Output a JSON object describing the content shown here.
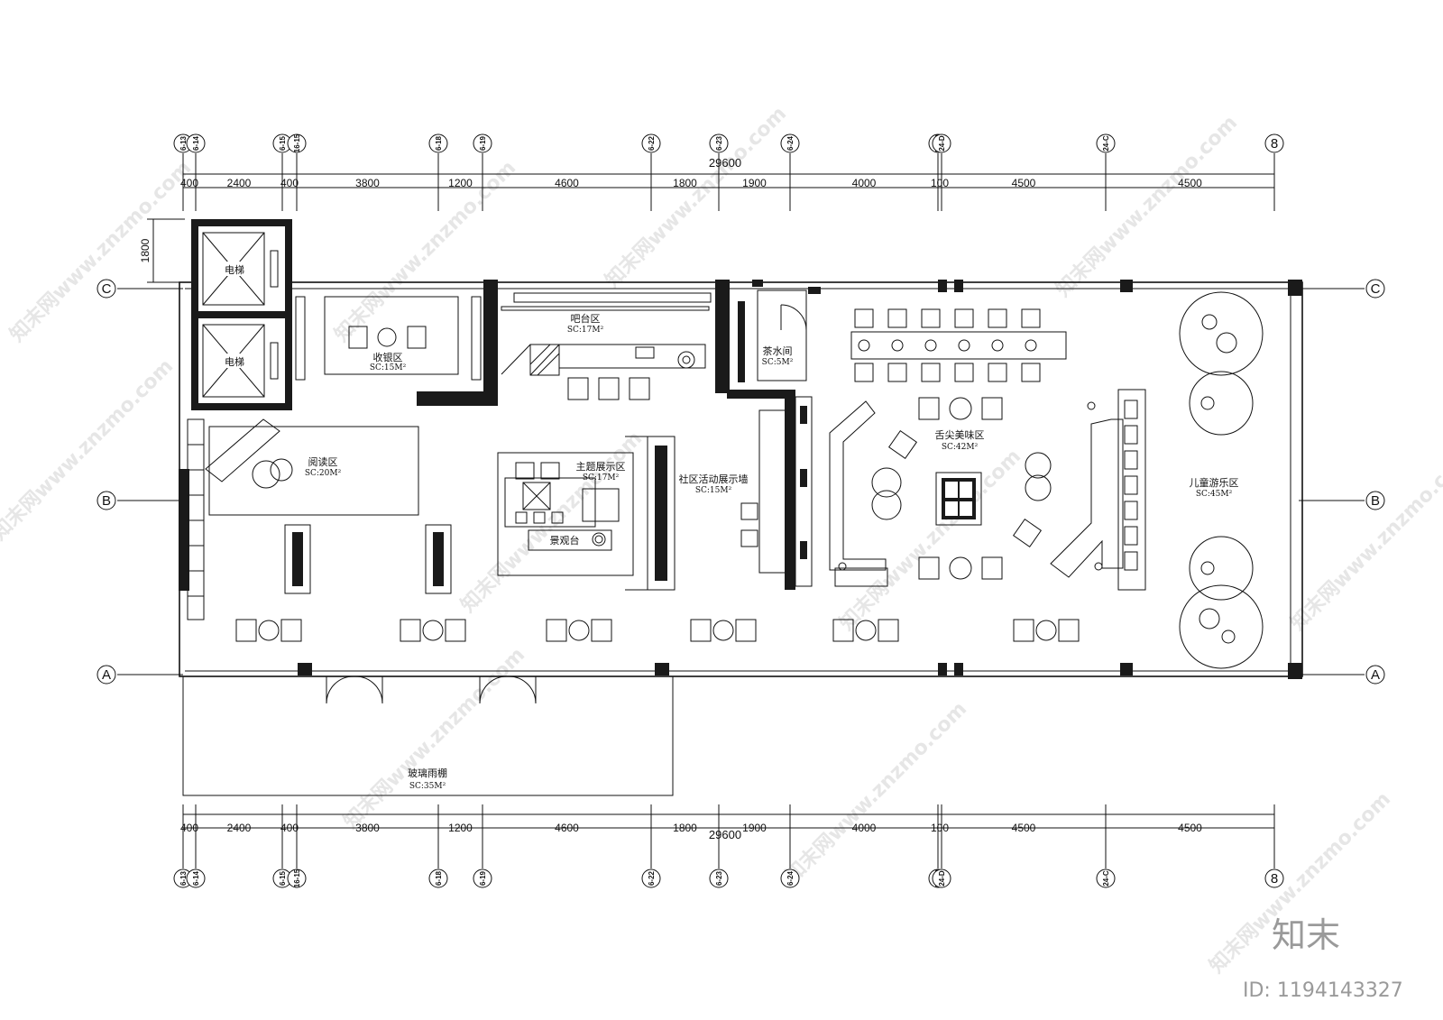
{
  "plan": {
    "total_length": "29600",
    "segments": [
      "400",
      "2400",
      "400",
      "3800",
      "1200",
      "4600",
      "1800",
      "1900",
      "4000",
      "100",
      "4500",
      "4500"
    ],
    "column_axes": [
      "6-13",
      "6-14",
      "6-15",
      "16-15",
      "6-18",
      "6-19",
      "6-22",
      "6-23",
      "6-24",
      "16-19",
      "24-D",
      "24-C",
      "8"
    ],
    "row_axes": [
      "C",
      "B",
      "A"
    ],
    "elevator_offset": "1800"
  },
  "rooms": {
    "elevator_1": "电梯",
    "elevator_2": "电梯",
    "cashier": {
      "name": "收银区",
      "area": "SC:15M²"
    },
    "bar": {
      "name": "吧台区",
      "area": "SC:17M²"
    },
    "tea": {
      "name": "茶水间",
      "area": "SC:5M²"
    },
    "reading": {
      "name": "阅读区",
      "area": "SC:20M²"
    },
    "theme": {
      "name": "主题展示区",
      "area": "SC:17M²"
    },
    "landscape": "景观台",
    "community": {
      "name": "社区活动展示墙",
      "area": "SC:15M²"
    },
    "tasting": {
      "name": "舌尖美味区",
      "area": "SC:42M²"
    },
    "kids": {
      "name": "儿童游乐区",
      "area": "SC:45M²"
    },
    "canopy": {
      "name": "玻璃雨棚",
      "area": "SC:35M²"
    }
  },
  "watermark": {
    "brand": "知末",
    "id": "ID: 1194143327",
    "faint": "知末网www.znzmo.com"
  }
}
